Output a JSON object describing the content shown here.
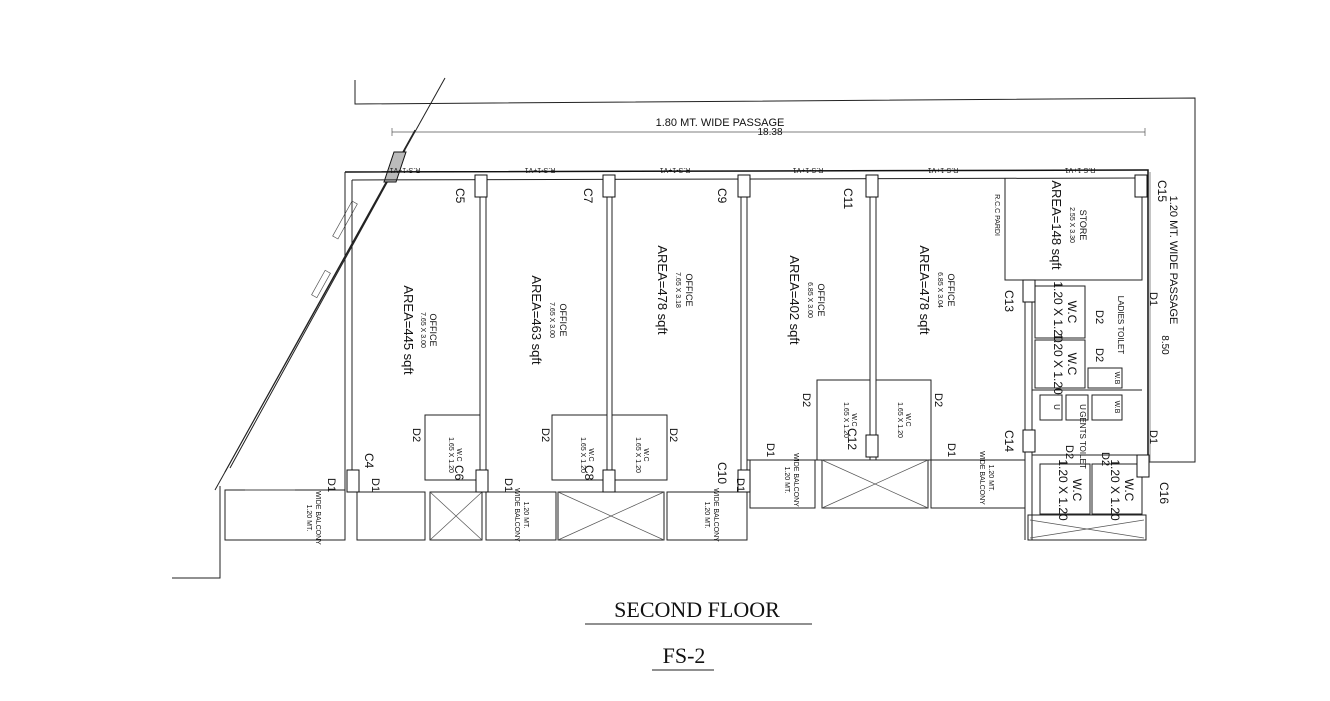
{
  "title": "SECOND FLOOR",
  "drawing_code": "FS-2",
  "passage_top": "1.80 MT. WIDE PASSAGE",
  "passage_top_dim": "18.38",
  "passage_right": "1.20 MT. WIDE PASSAGE",
  "passage_right_dim": "8.50",
  "rs_label": "R.S-1+V1",
  "rcc_pardi": "R.C.C PARDI",
  "rooms": [
    {
      "name": "OFFICE",
      "size": "7.65 X 3.00",
      "area": "AREA=445 sqft"
    },
    {
      "name": "OFFICE",
      "size": "7.65 X 3.00",
      "area": "AREA=463 sqft"
    },
    {
      "name": "OFFICE",
      "size": "7.65 X 3.18",
      "area": "AREA=478 sqft"
    },
    {
      "name": "OFFICE",
      "size": "6.85 X 3.00",
      "area": "AREA=402 sqft"
    },
    {
      "name": "OFFICE",
      "size": "6.85 X 3.04",
      "area": "AREA=478 sqft"
    }
  ],
  "store": {
    "name": "STORE",
    "size": "2.55 X 3.30",
    "area": "AREA=148 sqft"
  },
  "wc_small": {
    "name": "W.C",
    "size": "1.65 X 1.20"
  },
  "wc_big": {
    "name": "W.C",
    "size": "1.20 X 1.20"
  },
  "ladies_toilet": "LADIES TOILET",
  "gents_toilet": "GENTS TOILET",
  "wb": "W.B",
  "urinal": "U",
  "balcony": {
    "label": "WIDE BALCONY",
    "size": "1.20 MT."
  },
  "columns": {
    "c4": "C4",
    "c5": "C5",
    "c6": "C6",
    "c7": "C7",
    "c8": "C8",
    "c9": "C9",
    "c10": "C10",
    "c11": "C11",
    "c12": "C12",
    "c13": "C13",
    "c14": "C14",
    "c15": "C15",
    "c16": "C16"
  },
  "doors": {
    "d1": "D1",
    "d2": "D2"
  }
}
